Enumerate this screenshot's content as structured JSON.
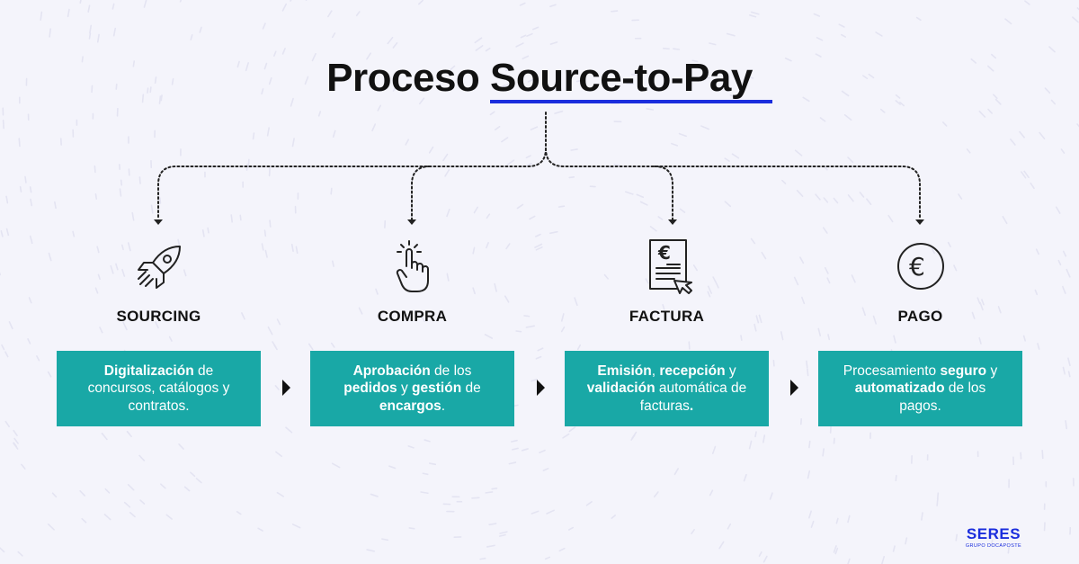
{
  "title": {
    "prefix": "Proceso ",
    "highlight": "Source-to-Pay"
  },
  "steps": [
    {
      "label": "SOURCING",
      "icon": "rocket-icon",
      "desc": {
        "b1": "Digitalización",
        "t1": " de concursos, catálogos y contratos."
      }
    },
    {
      "label": "COMPRA",
      "icon": "pointer-hand-icon",
      "desc": {
        "b1": "Aprobación",
        "t1": " de los ",
        "b2": "pedidos",
        "t2": " y ",
        "b3": "gestión",
        "t3": " de ",
        "b4": "encargos",
        "t4": "."
      }
    },
    {
      "label": "FACTURA",
      "icon": "euro-invoice-icon",
      "desc": {
        "b1": "Emisión",
        "t1": ", ",
        "b2": "recepción",
        "t2": " y ",
        "b3": "validación",
        "t3": " automática de facturas",
        "b4": "."
      }
    },
    {
      "label": "PAGO",
      "icon": "euro-coin-icon",
      "desc": {
        "t0": "Procesamiento ",
        "b1": "seguro",
        "t1": " y ",
        "b2": "automatizado",
        "t2": " de los pagos."
      }
    }
  ],
  "logo": {
    "brand": "SERES",
    "sub": "GRUPO DOCAPOSTE"
  },
  "colors": {
    "accent": "#1a2ddd",
    "box": "#19a8a6"
  }
}
